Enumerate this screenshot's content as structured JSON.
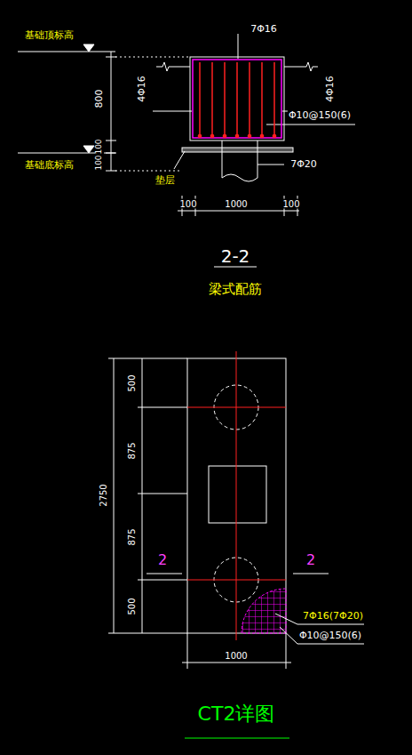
{
  "diagram": {
    "labels": [
      "基础顶标高",
      "7Φ16",
      "4Φ16",
      "4Φ16",
      "800",
      "Φ10@150(6)",
      "100",
      "100",
      "基础底标高",
      "垫层",
      "7Φ20",
      "100",
      "1000",
      "100",
      "2-2",
      "梁式配筋",
      "500",
      "875",
      "875",
      "500",
      "2750",
      "2",
      "2",
      "7Φ16(7Φ20)",
      "Φ10@150(6)",
      "1000",
      "CT2详图"
    ]
  }
}
